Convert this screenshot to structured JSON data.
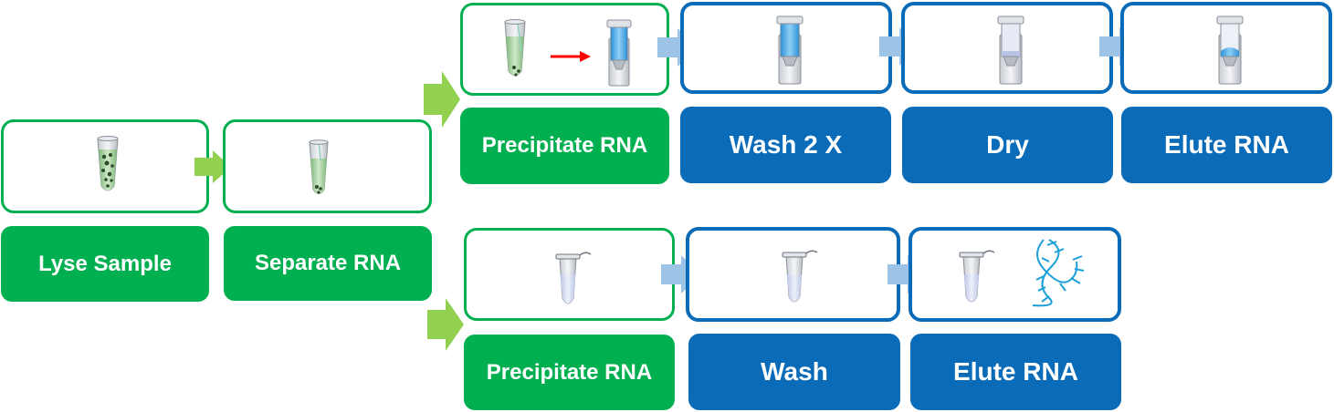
{
  "colors": {
    "green": "#00b050",
    "blue": "#0a6bb8",
    "green_arrow": "#92d050",
    "blue_arrow": "#9dc3e6",
    "red": "#ff0000"
  },
  "steps": {
    "lyse": {
      "label": "Lyse Sample",
      "icon": "lysis-tube-icon"
    },
    "separate": {
      "label": "Separate RNA",
      "icon": "phase-separation-tube-icon"
    },
    "column": {
      "precipitate": {
        "label": "Precipitate RNA",
        "icon": "transfer-to-spin-column-icon"
      },
      "wash": {
        "label": "Wash 2 X",
        "icon": "spin-column-wash-icon"
      },
      "dry": {
        "label": "Dry",
        "icon": "spin-column-dry-icon"
      },
      "elute": {
        "label": "Elute RNA",
        "icon": "spin-column-elute-icon"
      }
    },
    "tube": {
      "precipitate": {
        "label": "Precipitate RNA",
        "icon": "microcentrifuge-tube-icon"
      },
      "wash": {
        "label": "Wash",
        "icon": "microcentrifuge-tube-icon"
      },
      "elute": {
        "label": "Elute RNA",
        "icon": "rna-strand-icon"
      }
    }
  }
}
